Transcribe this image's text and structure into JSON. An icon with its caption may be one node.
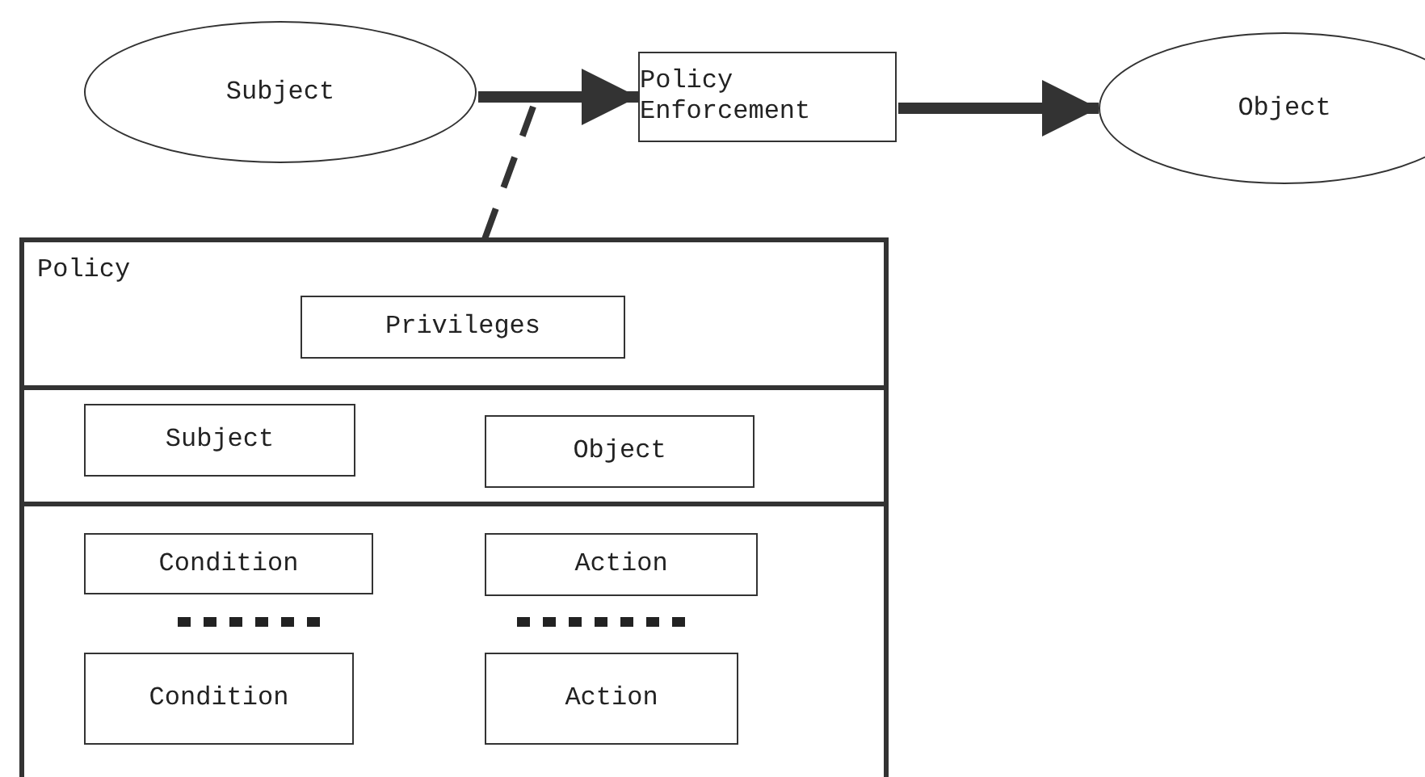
{
  "diagram": {
    "nodes": [
      {
        "text": [
          "Subject"
        ]
      },
      {
        "text": [
          "Policy Enforcement"
        ]
      },
      {
        "text": [
          "Object"
        ]
      },
      {
        "text": [
          "Policy"
        ]
      },
      {
        "text": [
          "Privileges"
        ],
        "in": 3
      },
      {
        "text": [
          "Subject"
        ],
        "in": 3
      },
      {
        "text": [
          "Object"
        ],
        "in": 3
      },
      {
        "text": [
          "Condition"
        ],
        "in": 3
      },
      {
        "text": [
          "Action"
        ],
        "in": 3
      },
      {
        "text": [
          "Condition"
        ],
        "in": 3
      },
      {
        "text": [
          "Action"
        ],
        "in": 3
      }
    ],
    "edges": [
      {
        "from": 0,
        "to": 1,
        "arrow": "to"
      },
      {
        "from": 1,
        "to": 2,
        "arrow": "to"
      },
      {
        "from": 3,
        "to": null,
        "arrow": "none",
        "style": "dashed"
      }
    ]
  }
}
